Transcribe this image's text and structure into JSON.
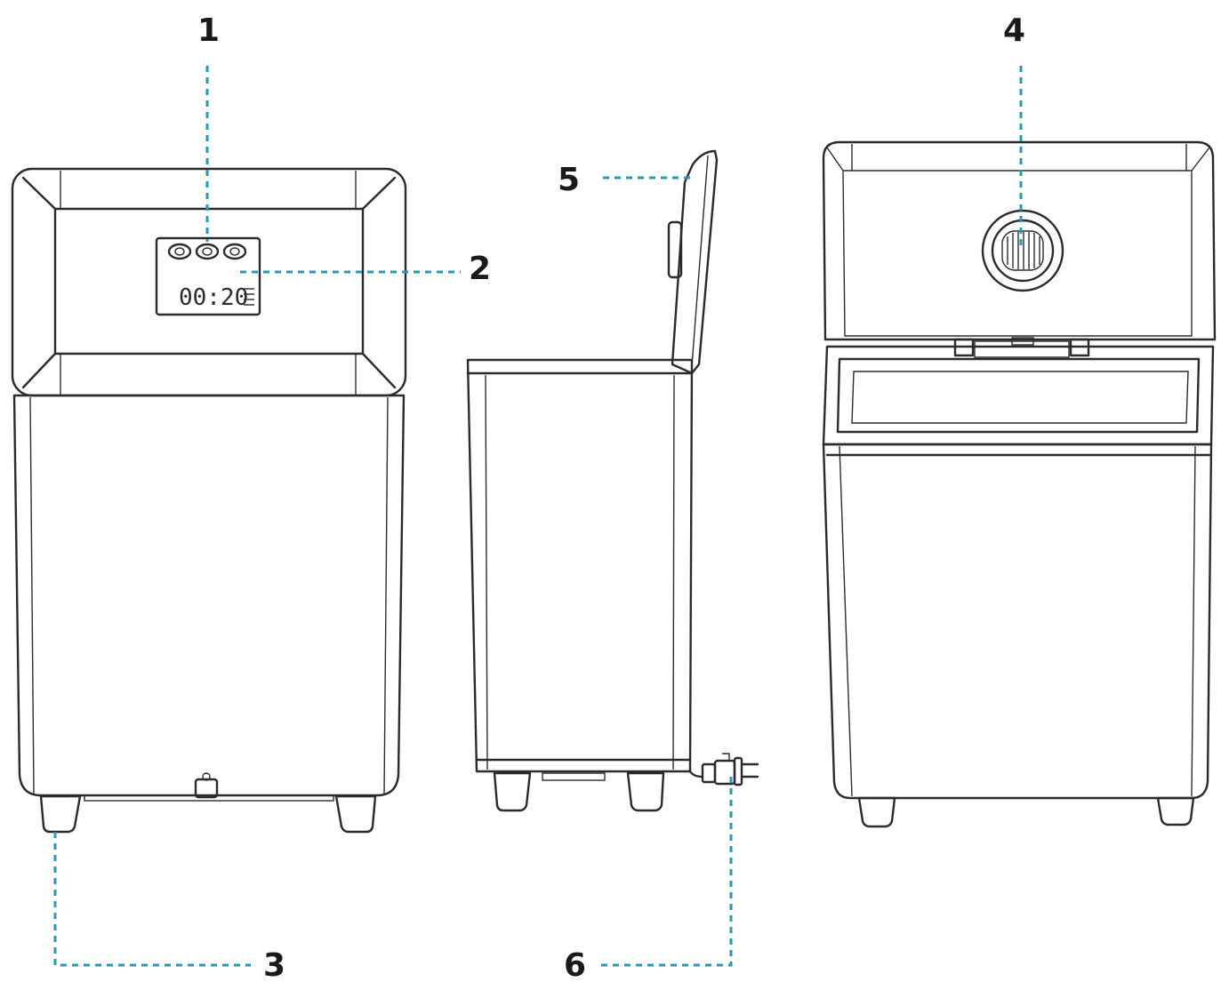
{
  "figure": {
    "callouts": [
      {
        "id": "1",
        "label": "1"
      },
      {
        "id": "2",
        "label": "2"
      },
      {
        "id": "3",
        "label": "3"
      },
      {
        "id": "4",
        "label": "4"
      },
      {
        "id": "5",
        "label": "5"
      },
      {
        "id": "6",
        "label": "6"
      }
    ],
    "display": {
      "timer_text": "00:20"
    },
    "colors": {
      "leader": "#2a98b5",
      "outline": "#2b2b2b"
    }
  }
}
